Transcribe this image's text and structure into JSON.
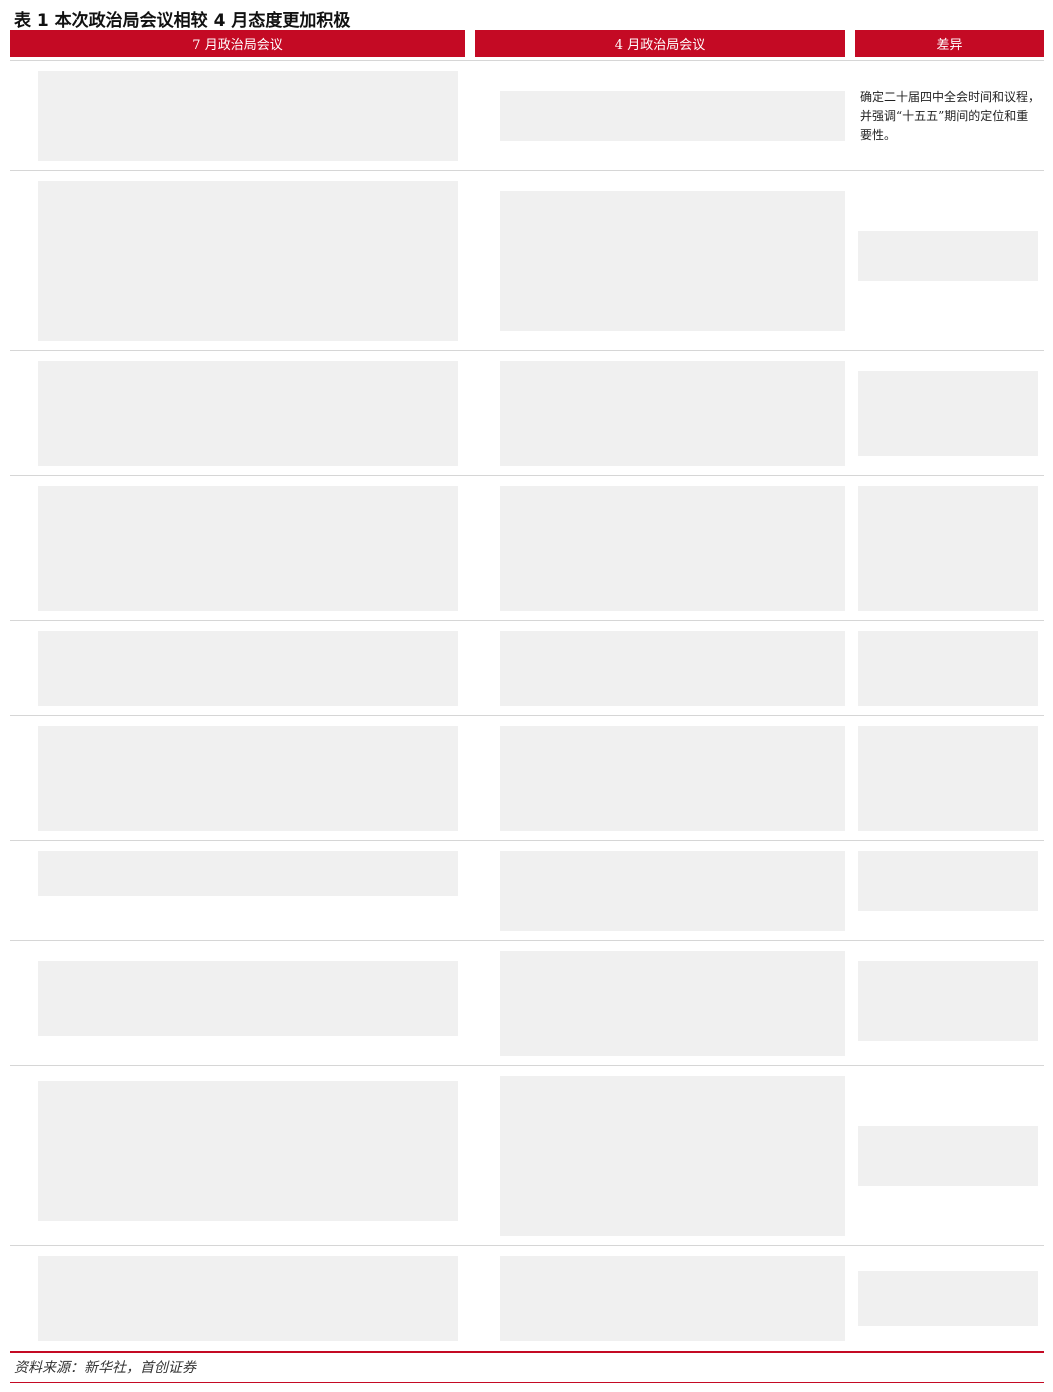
{
  "title": "表 1 本次政治局会议相较 4 月态度更加积极",
  "header": {
    "col1": "7 月政治局会议",
    "col2": "4 月政治局会议",
    "col3": "差异"
  },
  "row1_note": "确定二十届四中全会时间和议程，并强调“十五五”期间的定位和重要性。",
  "source": "资料来源：新华社，首创证券",
  "colors": {
    "accent": "#c40a24",
    "placeholder": "#f0f0f0"
  }
}
